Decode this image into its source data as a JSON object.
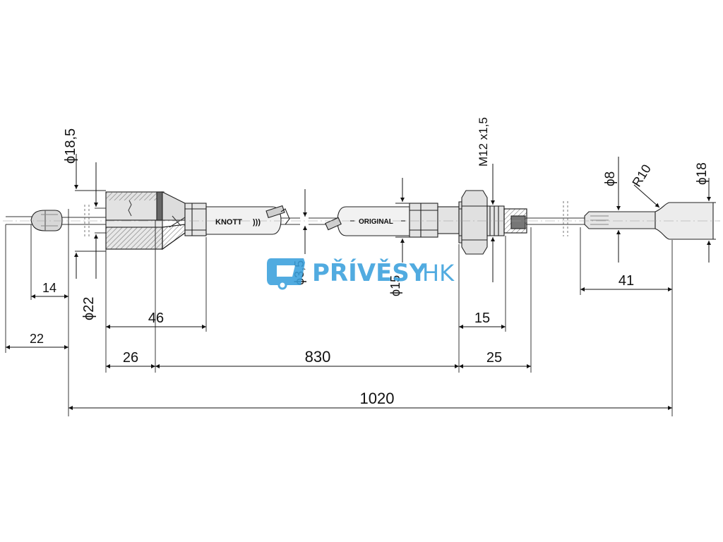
{
  "drawing": {
    "brand_left": "KNOTT",
    "brand_center": "ORIGINAL",
    "labels": {
      "d185": "ϕ18,5",
      "d22": "ϕ22",
      "d35": "ϕ3,5",
      "d15": "ϕ15",
      "thread": "M12 x1,5",
      "d8": "ϕ8",
      "r10": "R10",
      "d18": "ϕ18"
    },
    "dimensions": {
      "d14": "14",
      "d22h": "22",
      "d46": "46",
      "d26": "26",
      "d830": "830",
      "d15h": "15",
      "d25": "25",
      "d41": "41",
      "d1020": "1020"
    }
  },
  "watermark": {
    "word_main": "PŘÍVĚSY",
    "word_suffix": "HK",
    "color": "#3aa0dc"
  }
}
